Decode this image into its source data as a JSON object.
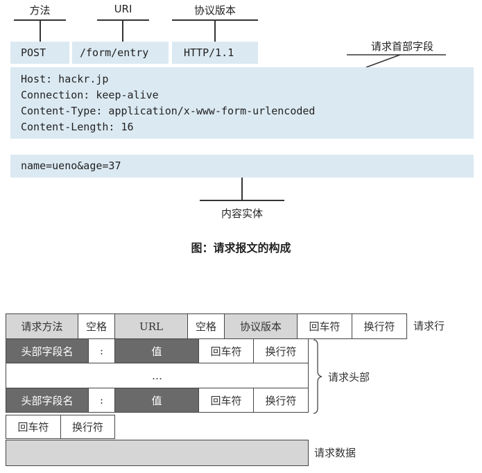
{
  "top_diagram": {
    "labels": {
      "method": "方法",
      "uri": "URI",
      "protocol_version": "协议版本",
      "header_fields": "请求首部字段",
      "entity": "内容实体"
    },
    "request_line": {
      "method": "POST",
      "uri": "/form/entry",
      "version": "HTTP/1.1"
    },
    "headers": [
      "Host: hackr.jp",
      "Connection: keep-alive",
      "Content-Type: application/x-www-form-urlencoded",
      "Content-Length: 16"
    ],
    "body": "name=ueno&age=37",
    "caption": "图：请求报文的构成"
  },
  "table_diagram": {
    "row1": [
      "请求方法",
      "空格",
      "URL",
      "空格",
      "协议版本",
      "回车符",
      "换行符"
    ],
    "header_row": [
      "头部字段名",
      ":",
      "值",
      "回车符",
      "换行符"
    ],
    "ellipsis": "…",
    "blank_row": [
      "回车符",
      "换行符"
    ],
    "side_labels": {
      "request_line": "请求行",
      "request_header": "请求头部",
      "request_data": "请求数据"
    }
  }
}
